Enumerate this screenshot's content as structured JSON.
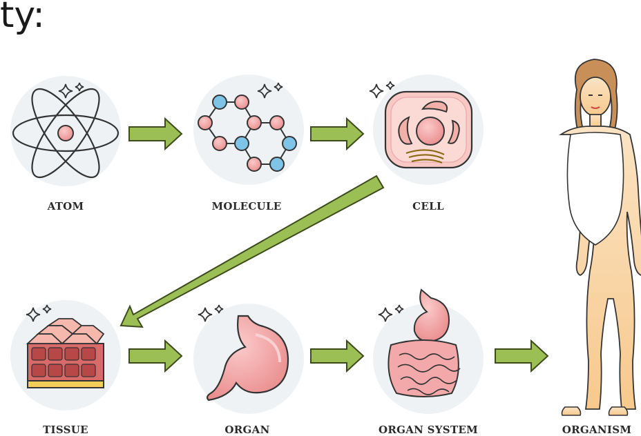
{
  "heading_text": "ty:",
  "stages": {
    "atom": "ATOM",
    "molecule": "MOLECULE",
    "cell": "CELL",
    "tissue": "TISSUE",
    "organ": "ORGAN",
    "organ_system": "ORGAN SYSTEM",
    "organism": "ORGANISM"
  },
  "colors": {
    "arrow_fill": "#9bbf55",
    "arrow_stroke": "#3c4a1c",
    "circle_bg": "#eef2f4",
    "pink": "#f0a2a2",
    "blue": "#7fc3e6",
    "skin": "#fbe0bd",
    "hair": "#c89058"
  }
}
